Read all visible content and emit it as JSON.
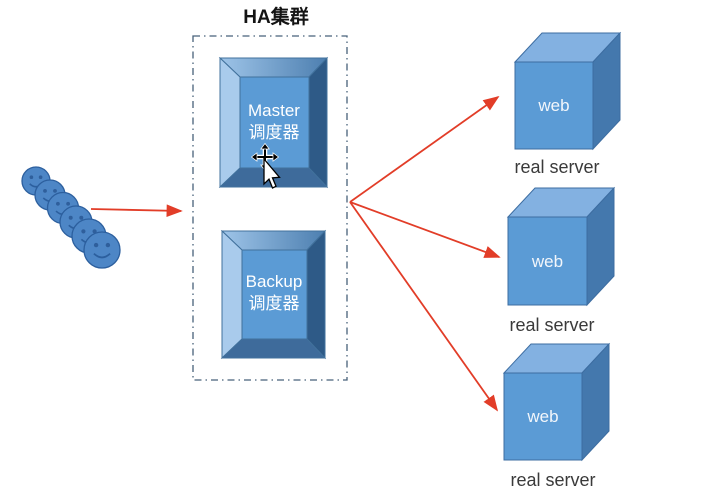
{
  "cluster": {
    "label": "HA集群",
    "master": {
      "line1": "Master",
      "line2": "调度器"
    },
    "backup": {
      "line1": "Backup",
      "line2": "调度器"
    }
  },
  "servers": [
    {
      "label": "web",
      "caption": "real server"
    },
    {
      "label": "web",
      "caption": "real server"
    },
    {
      "label": "web",
      "caption": "real server"
    }
  ],
  "clients": {
    "count": 6
  },
  "colors": {
    "box_face": "#5b9bd5",
    "cube_top": "#83b1e1",
    "cube_side": "#4478ad",
    "bevel_light": "#a9cbec",
    "bevel_dark": "#2e5a87",
    "bevel_bottom": "#3e6b9b",
    "outline": "#41719c",
    "arrow_red": "#e23d28",
    "smiley_fill": "#4d86c6",
    "smiley_stroke": "#2c5f9e",
    "dashed_border": "#47617a"
  }
}
